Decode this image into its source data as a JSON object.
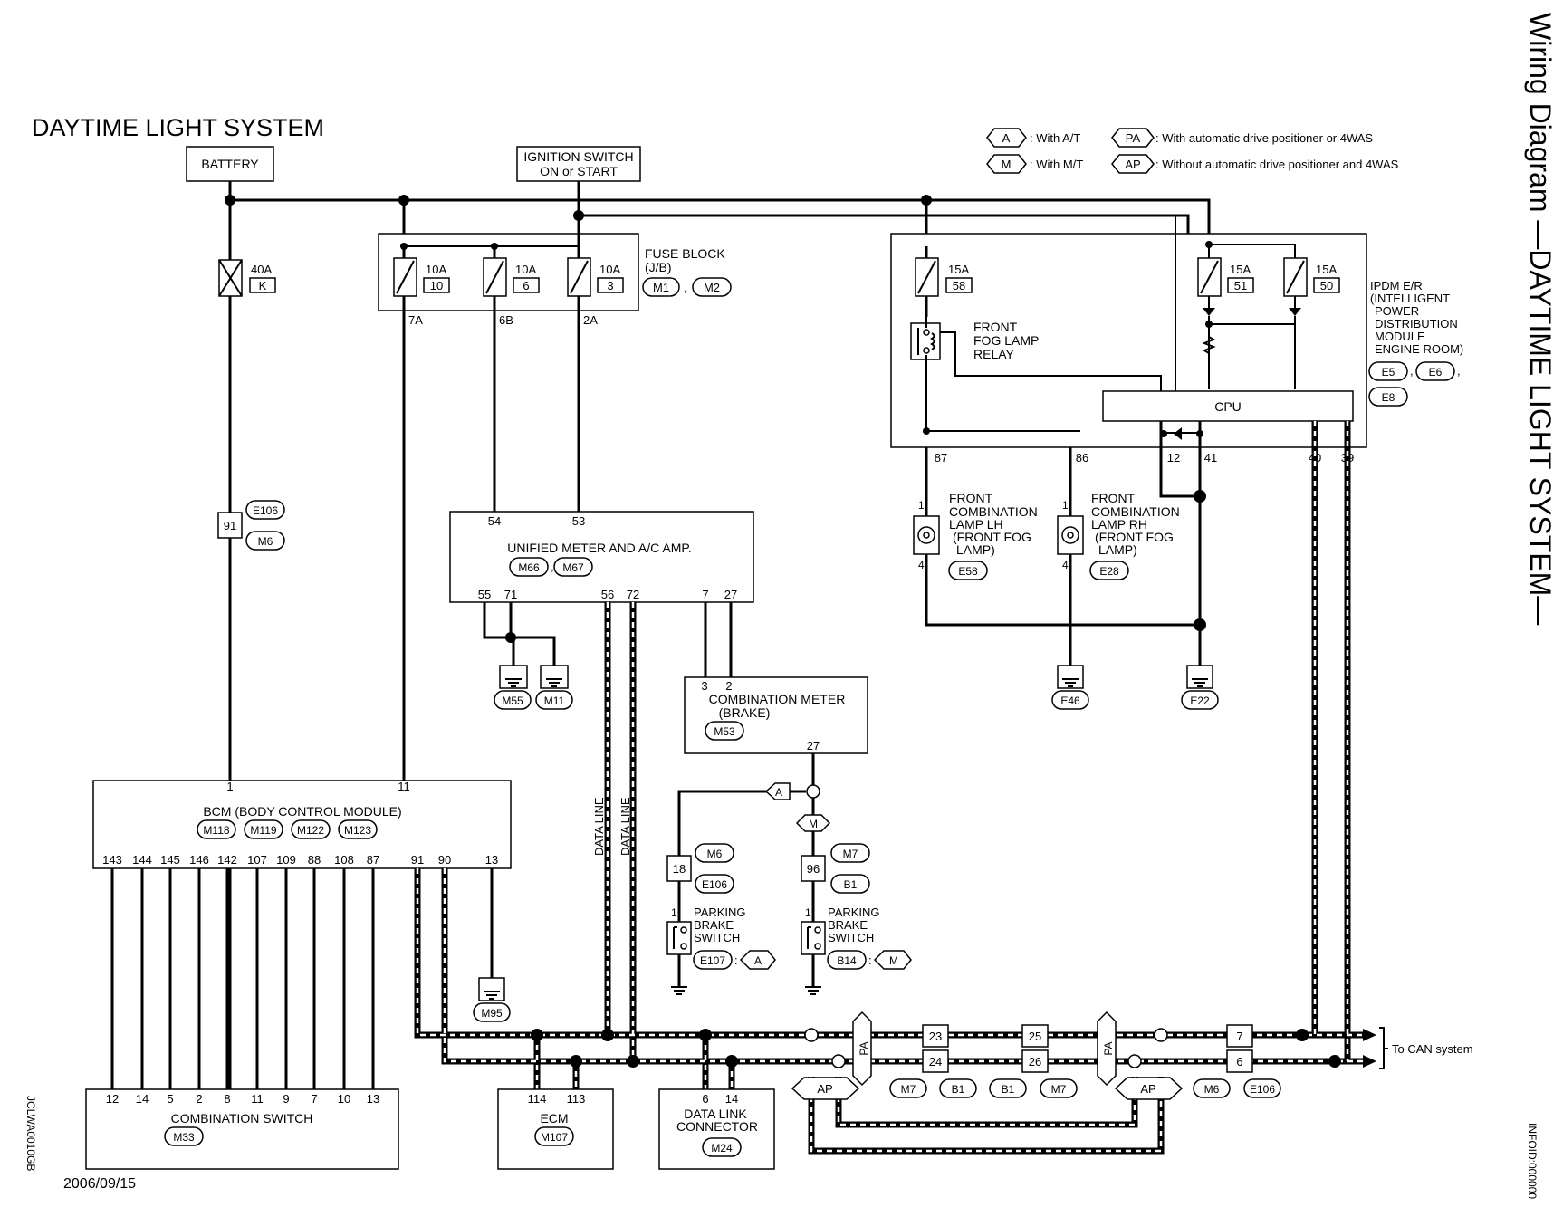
{
  "title": "DAYTIME LIGHT SYSTEM",
  "side_title": "Wiring Diagram —DAYTIME LIGHT SYSTEM—",
  "date": "2006/09/15",
  "diagram_code": "JCLWA0010GB",
  "info_id": "INFOID:000000",
  "legend": [
    {
      "tag": "A",
      "text": ": With A/T"
    },
    {
      "tag": "M",
      "text": ": With M/T"
    },
    {
      "tag": "PA",
      "text": ": With automatic drive positioner or 4WAS"
    },
    {
      "tag": "AP",
      "text": ": Without automatic drive positioner and 4WAS"
    }
  ],
  "sources": {
    "battery": "BATTERY",
    "ignition_1": "IGNITION SWITCH",
    "ignition_2": "ON or START"
  },
  "fusible_link": {
    "rating": "40A",
    "id": "K"
  },
  "fuse_block": {
    "name_1": "FUSE BLOCK",
    "name_2": "(J/B)",
    "connectors": [
      "M1",
      "M2"
    ],
    "fuses": [
      {
        "rating": "10A",
        "num": "10"
      },
      {
        "rating": "10A",
        "num": "6"
      },
      {
        "rating": "10A",
        "num": "3"
      }
    ],
    "terminals": [
      "7A",
      "6B",
      "2A"
    ]
  },
  "ipdm": {
    "label_lines": [
      "IPDM E/R",
      "(INTELLIGENT",
      "POWER",
      "DISTRIBUTION",
      "MODULE",
      "ENGINE ROOM)"
    ],
    "connectors": [
      "E5",
      "E6",
      "E8"
    ],
    "fuses": [
      {
        "rating": "15A",
        "num": "58"
      },
      {
        "rating": "15A",
        "num": "51"
      },
      {
        "rating": "15A",
        "num": "50"
      }
    ],
    "relay_lines": [
      "FRONT",
      "FOG LAMP",
      "RELAY"
    ],
    "cpu": "CPU",
    "terminals": [
      "87",
      "86",
      "12",
      "41",
      "40",
      "39"
    ]
  },
  "meter_amp": {
    "name": "UNIFIED METER AND A/C AMP.",
    "connectors": [
      "M66",
      "M67"
    ],
    "top_terminals": [
      "54",
      "53"
    ],
    "bottom_terminals": [
      "55",
      "71",
      "56",
      "72",
      "7",
      "27"
    ]
  },
  "grounds": [
    "M55",
    "M11",
    "E46",
    "E22",
    "M95"
  ],
  "joint_91": {
    "pin": "91",
    "connectors": [
      "E106",
      "M6"
    ]
  },
  "combination_meter": {
    "line1": "COMBINATION METER",
    "line2": "(BRAKE)",
    "connector": "M53",
    "pins": [
      "3",
      "2",
      "27"
    ]
  },
  "fog_lamp_lh": {
    "lines": [
      "FRONT",
      "COMBINATION",
      "LAMP LH",
      "(FRONT FOG",
      "LAMP)"
    ],
    "connector": "E58",
    "pins": [
      "1",
      "4"
    ]
  },
  "fog_lamp_rh": {
    "lines": [
      "FRONT",
      "COMBINATION",
      "LAMP RH",
      "(FRONT FOG",
      "LAMP)"
    ],
    "connector": "E28",
    "pins": [
      "1",
      "4"
    ]
  },
  "bcm": {
    "name": "BCM (BODY CONTROL MODULE)",
    "connectors": [
      "M118",
      "M119",
      "M122",
      "M123"
    ],
    "top_pins": [
      "1",
      "11"
    ],
    "bottom_pins": [
      "143",
      "144",
      "145",
      "146",
      "142",
      "107",
      "109",
      "88",
      "108",
      "87",
      "91",
      "90",
      "13"
    ]
  },
  "data_line": "DATA LINE",
  "parking_a": {
    "pin": "18",
    "connectors": [
      "M6",
      "E106"
    ],
    "switch_pin": "1",
    "lines": [
      "PARKING",
      "BRAKE",
      "SWITCH"
    ],
    "connector": "E107",
    "tag": "A"
  },
  "parking_m": {
    "pin": "96",
    "connectors": [
      "M7",
      "B1"
    ],
    "switch_pin": "1",
    "lines": [
      "PARKING",
      "BRAKE",
      "SWITCH"
    ],
    "connector": "B14",
    "tag": "M"
  },
  "combination_switch": {
    "name": "COMBINATION SWITCH",
    "connector": "M33",
    "pins": [
      "12",
      "14",
      "5",
      "2",
      "8",
      "11",
      "9",
      "7",
      "10",
      "13"
    ]
  },
  "ecm": {
    "name": "ECM",
    "connector": "M107",
    "pins": [
      "114",
      "113"
    ]
  },
  "data_link": {
    "line1": "DATA LINK",
    "line2": "CONNECTOR",
    "connector": "M24",
    "pins": [
      "6",
      "14"
    ]
  },
  "can": {
    "label": "To CAN system",
    "joint1": {
      "pins": [
        "23",
        "24"
      ],
      "connectors": [
        "M7",
        "B1"
      ]
    },
    "joint2": {
      "pins": [
        "25",
        "26"
      ],
      "connectors": [
        "B1",
        "M7"
      ]
    },
    "joint3": {
      "pins": [
        "7",
        "6"
      ],
      "connectors": [
        "M6",
        "E106"
      ]
    },
    "tag_pa": "PA",
    "tag_ap": "AP"
  }
}
